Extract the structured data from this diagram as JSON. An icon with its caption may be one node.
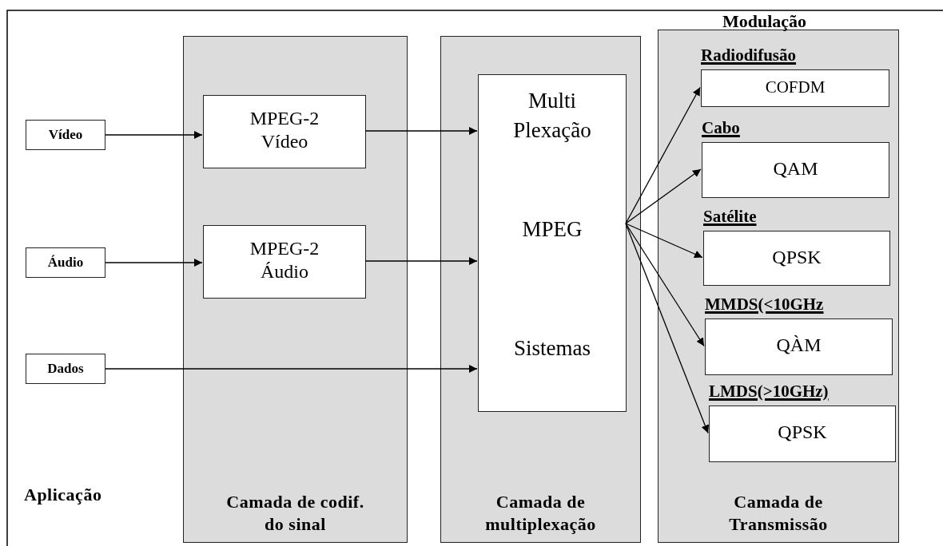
{
  "diagram": {
    "nodes": [
      {
        "text": [
          "Vídeo"
        ]
      },
      {
        "text": [
          "Áudio"
        ]
      },
      {
        "text": [
          "Dados"
        ]
      },
      {
        "text": [
          "Camada de codif. do sinal"
        ]
      },
      {
        "text": [
          "MPEG-2 Vídeo"
        ],
        "in": 3
      },
      {
        "text": [
          "MPEG-2 Áudio"
        ],
        "in": 3
      },
      {
        "text": [
          "Camada de multiplexação"
        ]
      },
      {
        "text": [
          "Multi Plexação",
          "MPEG",
          "Sistemas"
        ],
        "in": 6
      },
      {
        "text": [
          "Modulação",
          "Camada de Transmissão"
        ]
      },
      {
        "text": [
          "Radiodifusão",
          "COFDM"
        ],
        "in": 8
      },
      {
        "text": [
          "Cabo",
          "QAM"
        ],
        "in": 8
      },
      {
        "text": [
          "Satélite",
          "QPSK"
        ],
        "in": 8
      },
      {
        "text": [
          "MMDS(<10GHz",
          "QÀM"
        ],
        "in": 8
      },
      {
        "text": [
          "LMDS(>10GHz)",
          "QPSK"
        ],
        "in": 8
      }
    ],
    "edges": [
      {
        "from": 0,
        "to": 4,
        "arrow": "to"
      },
      {
        "from": 1,
        "to": 5,
        "arrow": "to"
      },
      {
        "from": 4,
        "to": 7,
        "arrow": "to"
      },
      {
        "from": 5,
        "to": 7,
        "arrow": "to"
      },
      {
        "from": 2,
        "to": 7,
        "arrow": "to"
      },
      {
        "from": 7,
        "to": 9,
        "arrow": "to"
      },
      {
        "from": 7,
        "to": 10,
        "arrow": "to"
      },
      {
        "from": 7,
        "to": 11,
        "arrow": "to"
      },
      {
        "from": 7,
        "to": 12,
        "arrow": "to"
      },
      {
        "from": 7,
        "to": 13,
        "arrow": "to"
      }
    ],
    "labels": [
      "Aplicação"
    ]
  }
}
